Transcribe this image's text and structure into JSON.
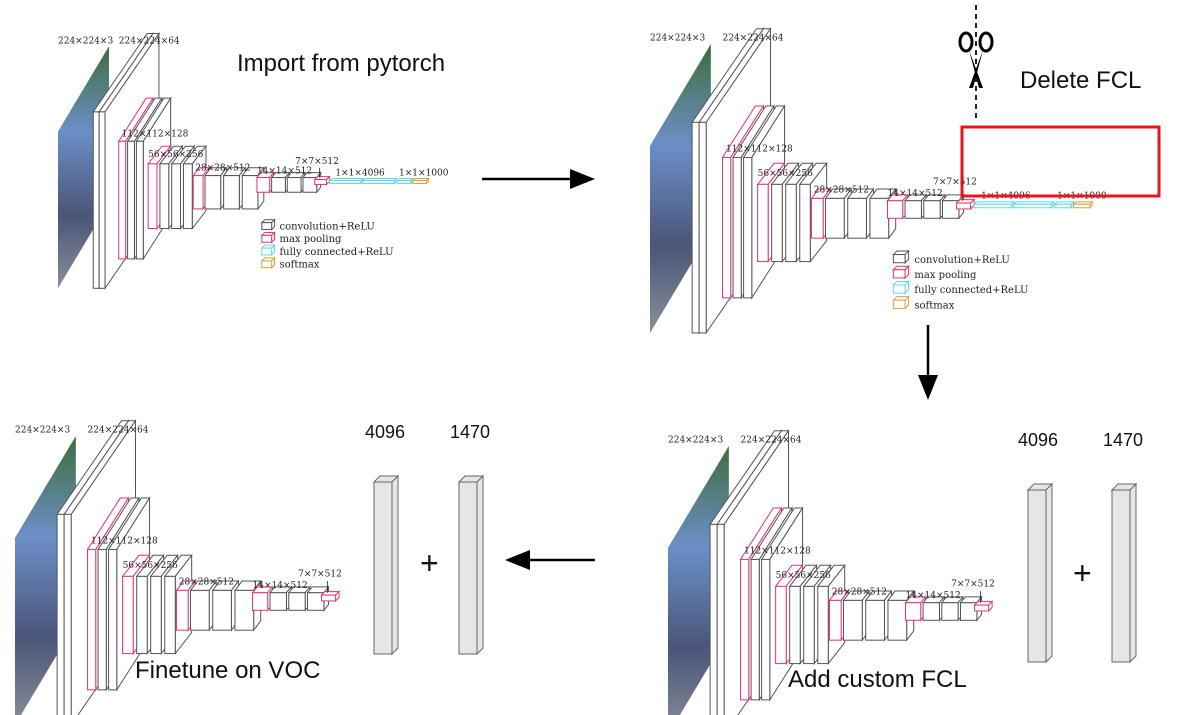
{
  "panels": {
    "import": {
      "caption": "Import from pytorch"
    },
    "delete": {
      "caption": "Delete FCL"
    },
    "add": {
      "caption": "Add custom FCL",
      "fc_sizes": [
        "4096",
        "1470"
      ],
      "plus": "+"
    },
    "finetune": {
      "caption": "Finetune on VOC",
      "fc_sizes": [
        "4096",
        "1470"
      ],
      "plus": "+"
    }
  },
  "network": {
    "dim_labels": [
      "224×224×3",
      "224×224×64",
      "112×112×128",
      "56×56×256",
      "28×28×512",
      "14×14×512",
      "7×7×512"
    ],
    "fc_labels": [
      "1×1×4096",
      "1×1×1000"
    ]
  },
  "legend": [
    {
      "label": "convolution+ReLU",
      "color": "#555555"
    },
    {
      "label": "max pooling",
      "color": "#e8336b"
    },
    {
      "label": "fully connected+ReLU",
      "color": "#5fd8e8"
    },
    {
      "label": "softmax",
      "color": "#d9a040"
    }
  ],
  "colors": {
    "conv": "#555555",
    "pool": "#e8336b",
    "fc": "#5fd8e8",
    "softmax": "#d9a040",
    "highlight": "#e8141b",
    "fc_block": "#e6e6e6"
  },
  "icons": {
    "scissors": "scissors-icon"
  }
}
